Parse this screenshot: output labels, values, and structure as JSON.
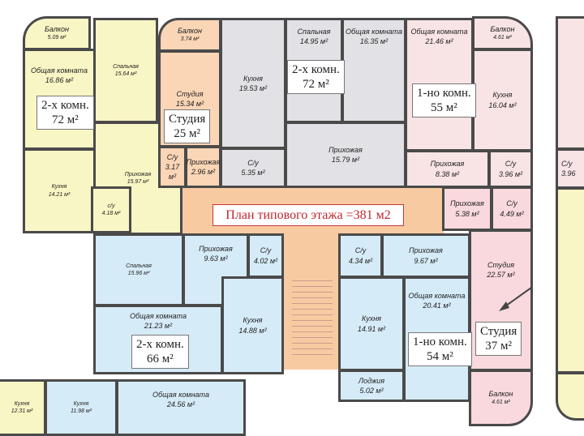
{
  "title": "План типового этажа =381 м2",
  "apartments": [
    {
      "type": "2-х комн.",
      "area": "72 м²",
      "color": "#f8f6c4",
      "rooms": [
        {
          "name": "Балкон",
          "area": "5.09 м²"
        },
        {
          "name": "Общая комната",
          "area": "16.86 м²"
        },
        {
          "name": "Спальная",
          "area": "15.64 м²"
        },
        {
          "name": "Прихожая",
          "area": "15.97 м²"
        },
        {
          "name": "Кухня",
          "area": "14.21 м²"
        },
        {
          "name": "с/у",
          "area": "4.18 м²"
        }
      ]
    },
    {
      "type": "Студия",
      "area": "25 м²",
      "color": "#fad5b6",
      "rooms": [
        {
          "name": "Балкон",
          "area": "3.74 м²"
        },
        {
          "name": "Студия",
          "area": "15.34 м²"
        },
        {
          "name": "С/у",
          "area": "3.17 м²"
        },
        {
          "name": "Прихожая",
          "area": "2.96 м²"
        }
      ]
    },
    {
      "type": "2-х комн.",
      "area": "72 м²",
      "color": "#e2e2e6",
      "rooms": [
        {
          "name": "Кухня",
          "area": "19.53 м²"
        },
        {
          "name": "С/у",
          "area": "5.35 м²"
        },
        {
          "name": "Спальная",
          "area": "14.95 м²"
        },
        {
          "name": "Общая комната",
          "area": "16.35 м²"
        },
        {
          "name": "Прихожая",
          "area": "15.79 м²"
        }
      ]
    },
    {
      "type": "1-но комн.",
      "area": "55 м²",
      "color": "#f8e4e4",
      "rooms": [
        {
          "name": "Общая комната",
          "area": "21.46 м²"
        },
        {
          "name": "Балкон",
          "area": "4.61 м²"
        },
        {
          "name": "Кухня",
          "area": "16.04 м²"
        },
        {
          "name": "Прихожая",
          "area": "8.38 м²"
        },
        {
          "name": "С/у",
          "area": "3.96 м²"
        }
      ]
    },
    {
      "type": "Студия",
      "area": "37 м²",
      "color": "#f9d9dd",
      "rooms": [
        {
          "name": "Прихожая",
          "area": "5.38 м²"
        },
        {
          "name": "С/у",
          "area": "4.49 м²"
        },
        {
          "name": "Студия",
          "area": "22.57 м²"
        },
        {
          "name": "Балкон",
          "area": "4.61 м²"
        }
      ]
    },
    {
      "type": "2-х комн.",
      "area": "66 м²",
      "color": "#d6ebf8",
      "rooms": [
        {
          "name": "Спальная",
          "area": "15.96 м²"
        },
        {
          "name": "Прихожая",
          "area": "9.63 м²"
        },
        {
          "name": "С/у",
          "area": "4.02 м²"
        },
        {
          "name": "Общая комната",
          "area": "21.23 м²"
        },
        {
          "name": "Кухня",
          "area": "14.88 м²"
        }
      ]
    },
    {
      "type": "1-но комн.",
      "area": "54 м²",
      "color": "#d6ebf8",
      "rooms": [
        {
          "name": "С/у",
          "area": "4.34 м²"
        },
        {
          "name": "Прихожая",
          "area": "9.67 м²"
        },
        {
          "name": "Кухня",
          "area": "14.91 м²"
        },
        {
          "name": "Общая комната",
          "area": "20.41 м²"
        },
        {
          "name": "Лоджия",
          "area": "5.02 м²"
        }
      ]
    }
  ],
  "partial": [
    {
      "name": "Кухня",
      "area": "12.31 м²"
    },
    {
      "name": "Кухня",
      "area": "11.98 м²"
    },
    {
      "name": "Общая комната",
      "area": "24.56 м²"
    },
    {
      "name": "С/у",
      "area": "3.96"
    }
  ]
}
